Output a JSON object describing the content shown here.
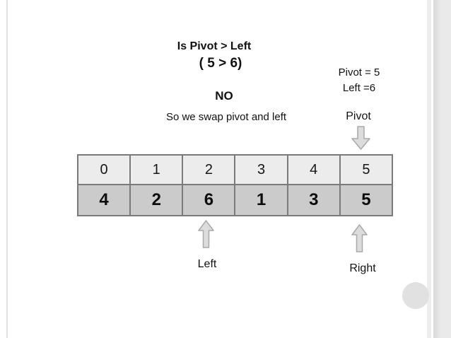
{
  "slide": {
    "question_line1": "Is Pivot > Left",
    "question_line2": "( 5 > 6)",
    "answer": "NO",
    "action": "So we swap pivot and left",
    "pivot_value": "Pivot = 5",
    "left_value": "Left =6",
    "pivot_pointer_label": "Pivot",
    "left_pointer_label": "Left",
    "right_pointer_label": "Right"
  },
  "array_table": {
    "indices": [
      "0",
      "1",
      "2",
      "3",
      "4",
      "5"
    ],
    "values": [
      "4",
      "2",
      "6",
      "1",
      "3",
      "5"
    ]
  },
  "colors": {
    "index_row_bg": "#ececec",
    "value_row_bg": "#cbcbcb",
    "table_border": "#7a7a7a",
    "arrow_fill": "#dcdcdc",
    "arrow_stroke": "#a9a9a9",
    "corner_circle": "#e1e1e1"
  }
}
